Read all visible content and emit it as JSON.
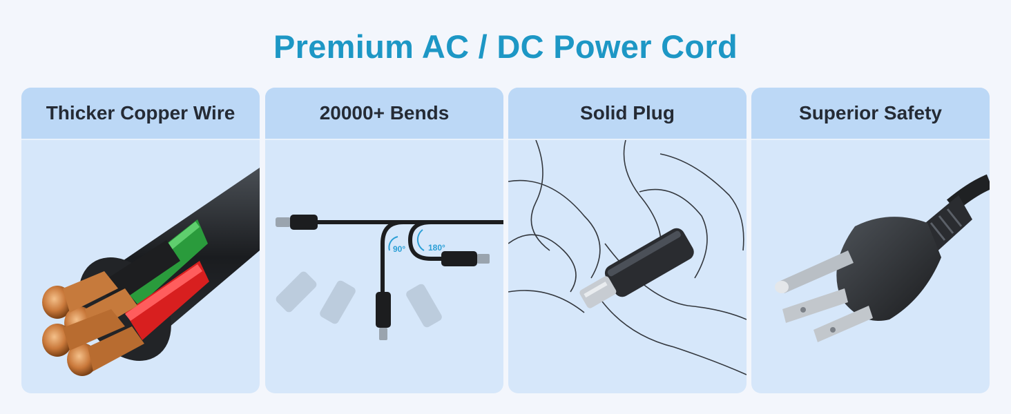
{
  "title": "Premium AC / DC Power Cord",
  "features": [
    {
      "label": "Thicker Copper Wire",
      "icon": "copper-wire-cable-icon"
    },
    {
      "label": "20000+ Bends",
      "icon": "bending-cable-icon",
      "angles": [
        "90°",
        "180°"
      ]
    },
    {
      "label": "Solid Plug",
      "icon": "hand-holding-plug-icon"
    },
    {
      "label": "Superior Safety",
      "icon": "three-prong-plug-icon"
    }
  ],
  "colors": {
    "title": "#1d97c5",
    "card": "#d6e7fa",
    "card_header": "#bcd8f6"
  }
}
